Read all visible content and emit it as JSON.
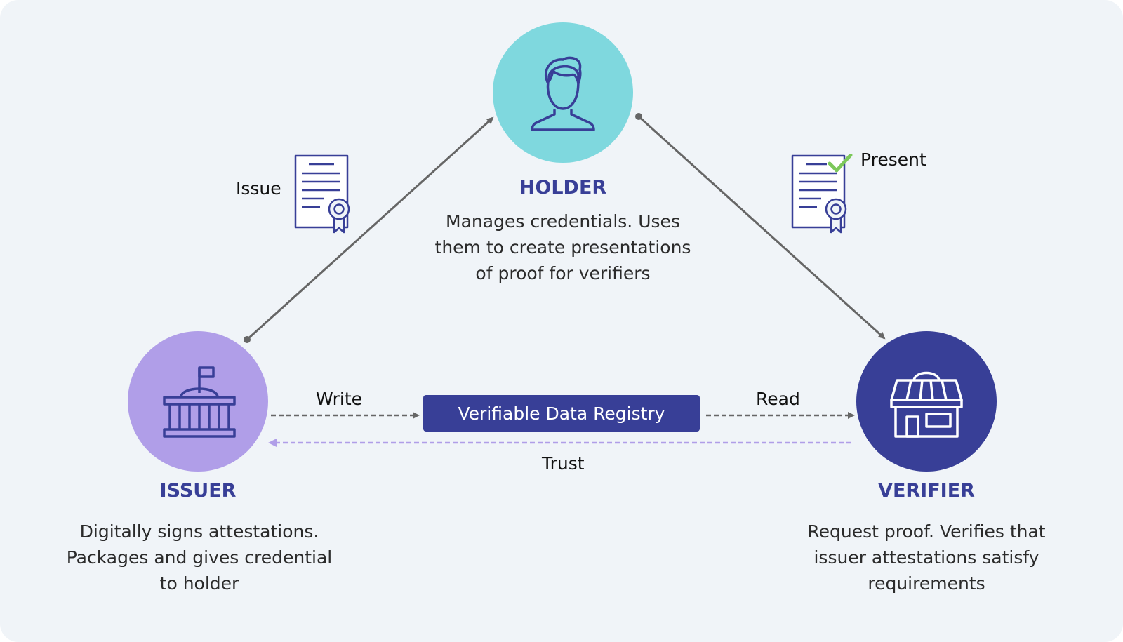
{
  "holder": {
    "title": "HOLDER",
    "description": "Manages credentials. Uses them to create presentations of proof for verifiers",
    "icon": "person-icon",
    "color": "#7fd8de"
  },
  "issuer": {
    "title": "ISSUER",
    "description": "Digitally signs attestations. Packages and gives credential to holder",
    "icon": "government-building-icon",
    "color": "#b09ee8"
  },
  "verifier": {
    "title": "VERIFIER",
    "description": "Request proof. Verifies that issuer attestations satisfy requirements",
    "icon": "storefront-icon",
    "color": "#383f97"
  },
  "registry": {
    "label": "Verifiable Data Registry",
    "color": "#383f97"
  },
  "flows": {
    "issue": "Issue",
    "present": "Present",
    "write": "Write",
    "read": "Read",
    "trust": "Trust"
  },
  "colors": {
    "accent": "#383f97",
    "arrow": "#666666",
    "trust_arrow": "#b09ee8",
    "check": "#7cc85a",
    "background": "#f0f4f8"
  }
}
